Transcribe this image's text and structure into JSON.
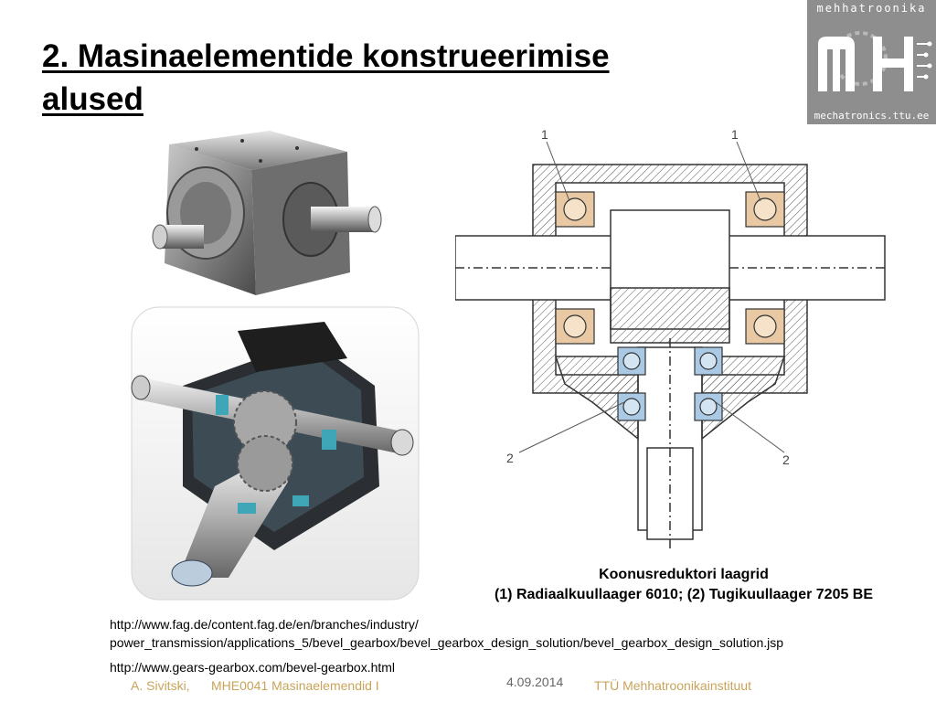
{
  "slide": {
    "title_line1": "2. Masinaelementide konstrueerimise",
    "title_line2": "alused"
  },
  "logo": {
    "top_text": "mehhatroonika",
    "bottom_text": "mechatronics.ttu.ee",
    "letters": "MH"
  },
  "caption": {
    "line1": "Koonusreduktori laagrid",
    "line2": "(1) Radiaalkuullaager 6010; (2) Tugikuullaager 7205 BE"
  },
  "drawing_labels": {
    "label1": "1",
    "label2": "2"
  },
  "links": {
    "fag_line1": "http://www.fag.de/content.fag.de/en/branches/industry/",
    "fag_line2": "power_transmission/applications_5/bevel_gearbox/bevel_gearbox_design_solution/bevel_gearbox_design_solution.jsp",
    "gears": "http://www.gears-gearbox.com/bevel-gearbox.html"
  },
  "footer": {
    "author": "A. Sivitski,",
    "course": "MHE0041 Masinaelemendid I",
    "date": "4.09.2014",
    "institute": "TTÜ Mehhatroonikainstituut"
  },
  "colors": {
    "footer_text": "#c8a45a",
    "logo_bg": "#8e8e8e",
    "bearing_radial": "#e8c9a4",
    "bearing_thrust": "#a9c9e4"
  }
}
